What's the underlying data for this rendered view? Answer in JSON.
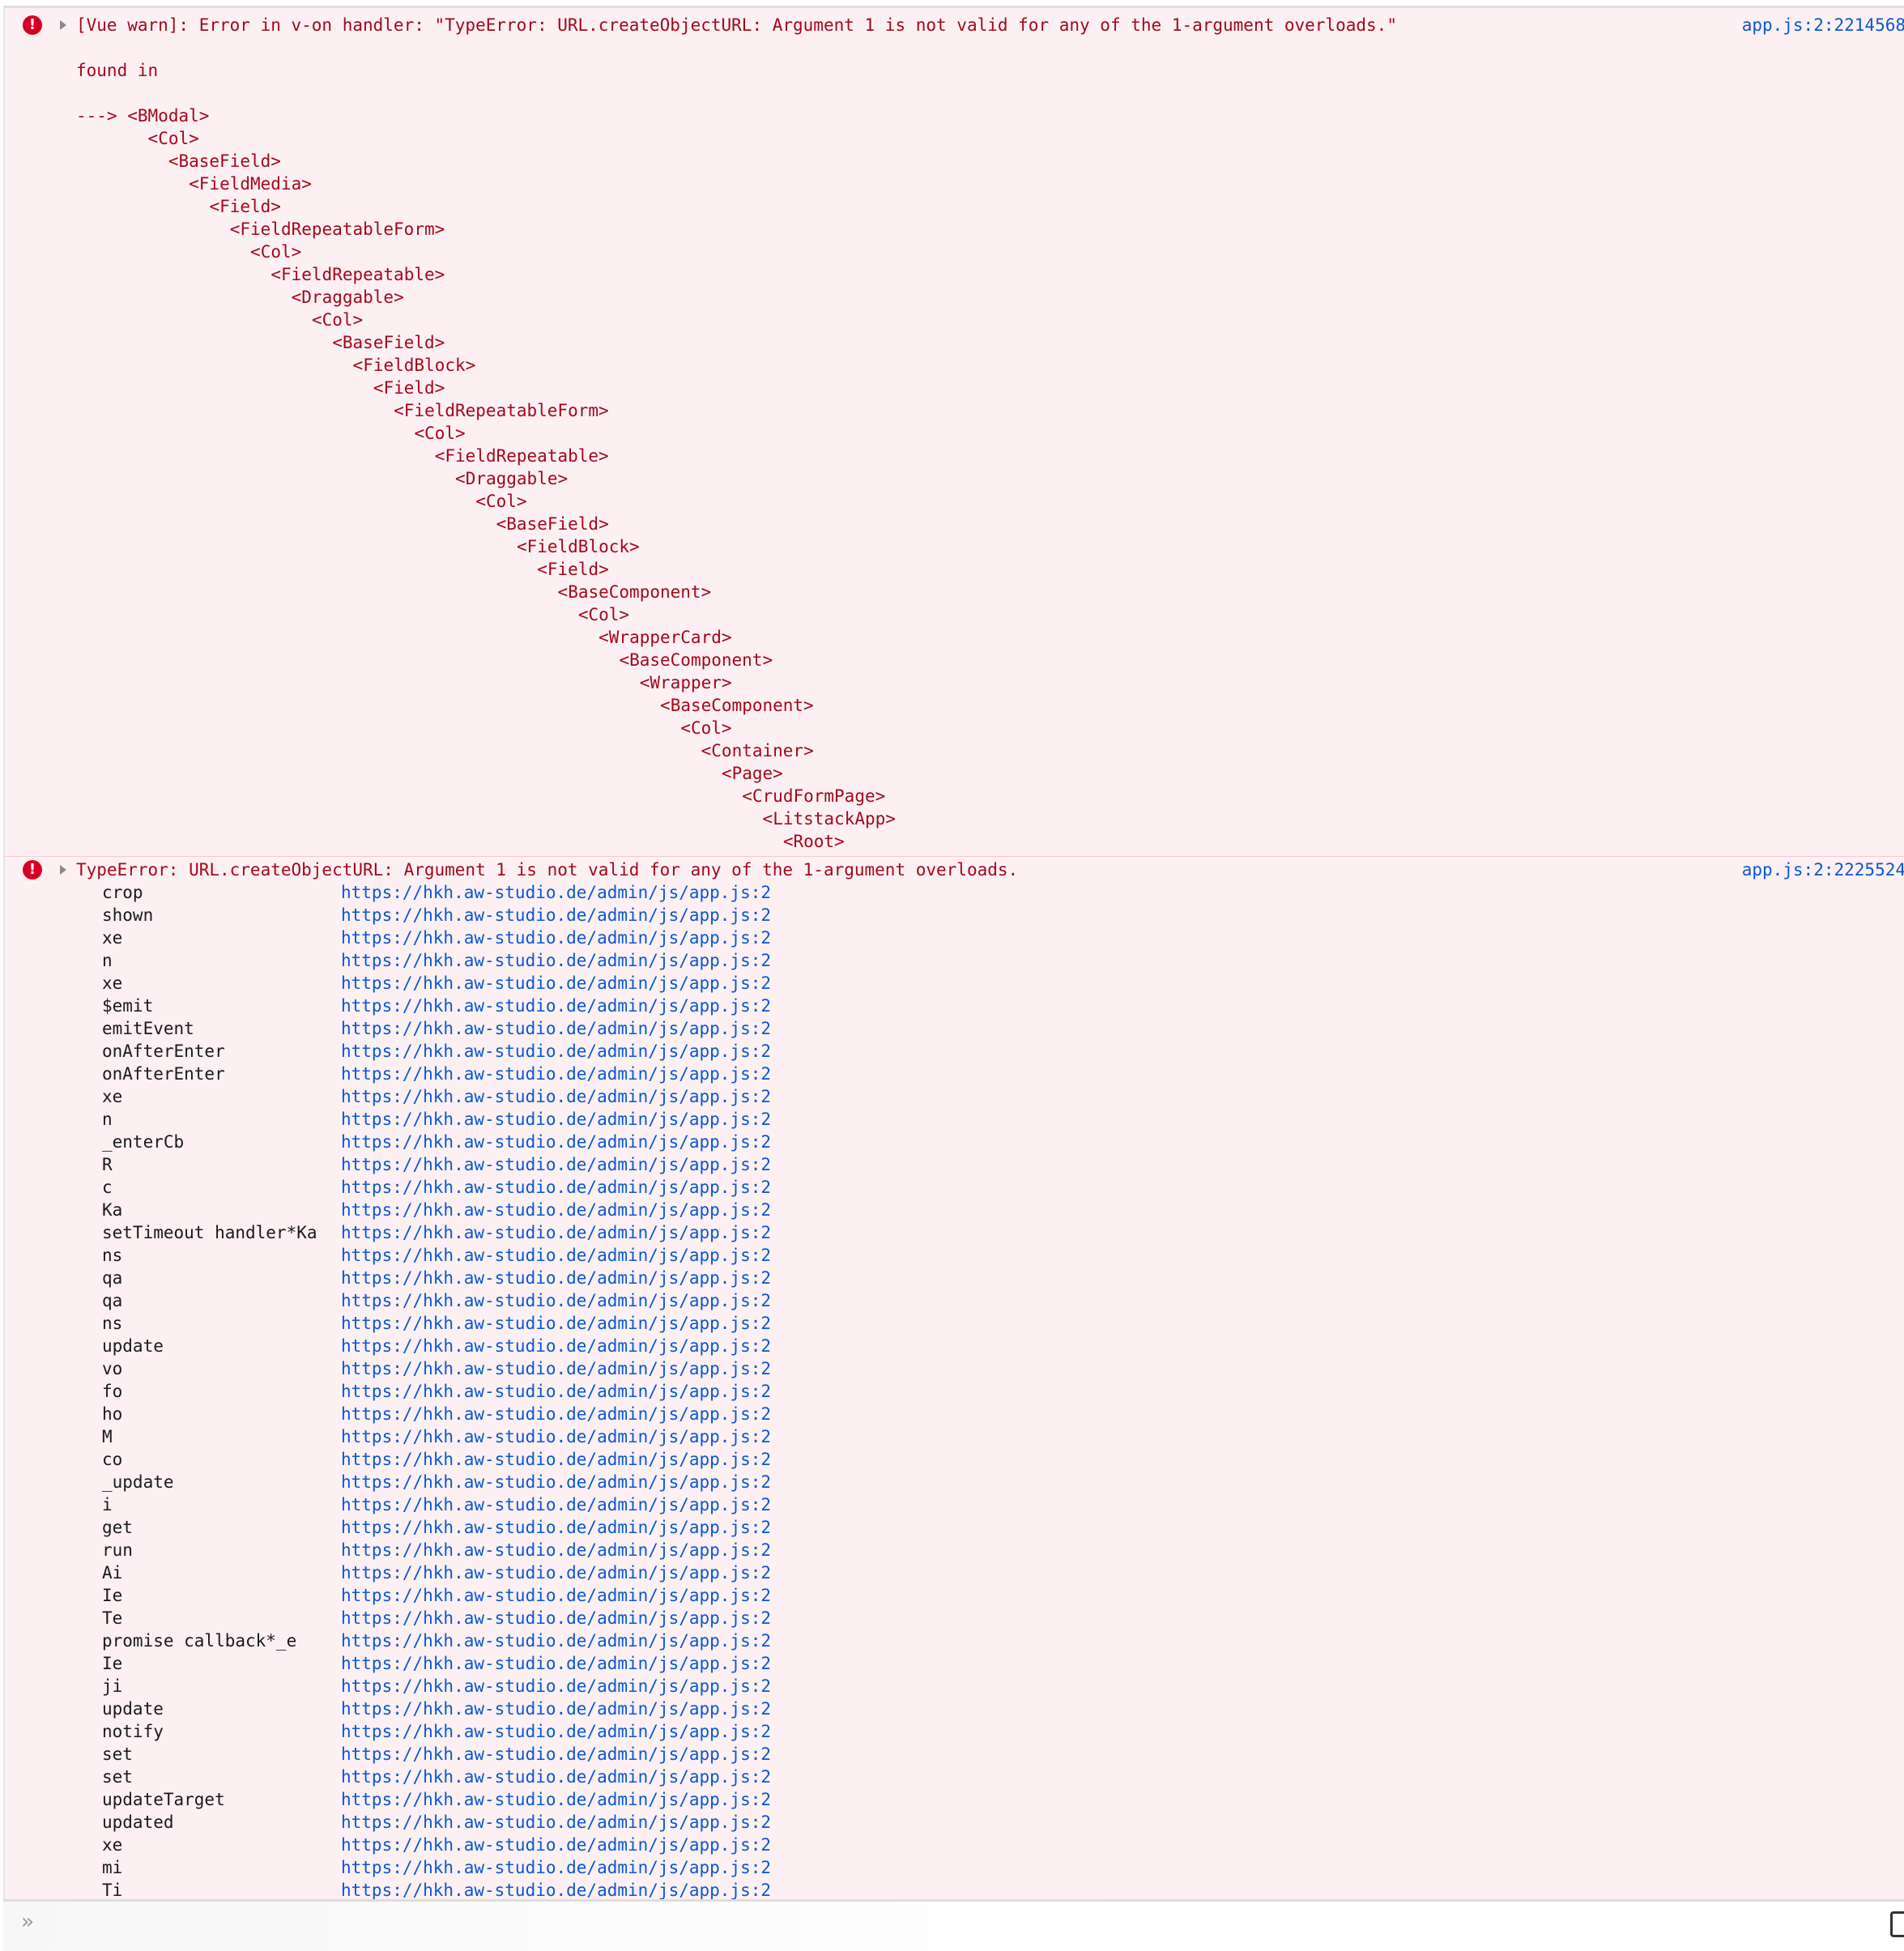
{
  "messages": [
    {
      "header": "[Vue warn]: Error in v-on handler: \"TypeError: URL.createObjectURL: Argument 1 is not valid for any of the 1-argument overloads.\"",
      "source": "app.js:2:2214568",
      "found_in": "found in",
      "arrow": "--->",
      "components": [
        {
          "indent": 0,
          "name": "<BModal>"
        },
        {
          "indent": 1,
          "name": "<Col>"
        },
        {
          "indent": 2,
          "name": "<BaseField>"
        },
        {
          "indent": 3,
          "name": "<FieldMedia>"
        },
        {
          "indent": 4,
          "name": "<Field>"
        },
        {
          "indent": 5,
          "name": "<FieldRepeatableForm>"
        },
        {
          "indent": 6,
          "name": "<Col>"
        },
        {
          "indent": 7,
          "name": "<FieldRepeatable>"
        },
        {
          "indent": 8,
          "name": "<Draggable>"
        },
        {
          "indent": 9,
          "name": "<Col>"
        },
        {
          "indent": 10,
          "name": "<BaseField>"
        },
        {
          "indent": 11,
          "name": "<FieldBlock>"
        },
        {
          "indent": 12,
          "name": "<Field>"
        },
        {
          "indent": 13,
          "name": "<FieldRepeatableForm>"
        },
        {
          "indent": 14,
          "name": "<Col>"
        },
        {
          "indent": 15,
          "name": "<FieldRepeatable>"
        },
        {
          "indent": 16,
          "name": "<Draggable>"
        },
        {
          "indent": 17,
          "name": "<Col>"
        },
        {
          "indent": 18,
          "name": "<BaseField>"
        },
        {
          "indent": 19,
          "name": "<FieldBlock>"
        },
        {
          "indent": 20,
          "name": "<Field>"
        },
        {
          "indent": 21,
          "name": "<BaseComponent>"
        },
        {
          "indent": 22,
          "name": "<Col>"
        },
        {
          "indent": 23,
          "name": "<WrapperCard>"
        },
        {
          "indent": 24,
          "name": "<BaseComponent>"
        },
        {
          "indent": 25,
          "name": "<Wrapper>"
        },
        {
          "indent": 26,
          "name": "<BaseComponent>"
        },
        {
          "indent": 27,
          "name": "<Col>"
        },
        {
          "indent": 28,
          "name": "<Container>"
        },
        {
          "indent": 29,
          "name": "<Page>"
        },
        {
          "indent": 30,
          "name": "<CrudFormPage>"
        },
        {
          "indent": 31,
          "name": "<LitstackApp>"
        },
        {
          "indent": 32,
          "name": "<Root>"
        }
      ]
    },
    {
      "header": "TypeError: URL.createObjectURL: Argument 1 is not valid for any of the 1-argument overloads.",
      "source": "app.js:2:2225524",
      "frame_url": "https://hkh.aw-studio.de/admin/js/app.js:2",
      "frames": [
        "crop",
        "shown",
        "xe",
        "n",
        "xe",
        "$emit",
        "emitEvent",
        "onAfterEnter",
        "onAfterEnter",
        "xe",
        "n",
        "_enterCb",
        "R",
        "c",
        "Ka",
        "setTimeout handler*Ka",
        "ns",
        "qa",
        "qa",
        "ns",
        "update",
        "vo",
        "fo",
        "ho",
        "M",
        "co",
        "_update",
        "i",
        "get",
        "run",
        "Ai",
        "Ie",
        "Te",
        "promise callback*_e",
        "Ie",
        "ji",
        "update",
        "notify",
        "set",
        "set",
        "updateTarget",
        "updated",
        "xe",
        "mi",
        "Ti"
      ]
    }
  ],
  "input": {
    "prompt_icon": "double-chevron-right-icon",
    "sidebar_icon": "sidebar-toggle-icon"
  },
  "colors": {
    "error_text": "#a4081b",
    "error_bg": "#fcf0f3",
    "link": "#0b57d0"
  }
}
